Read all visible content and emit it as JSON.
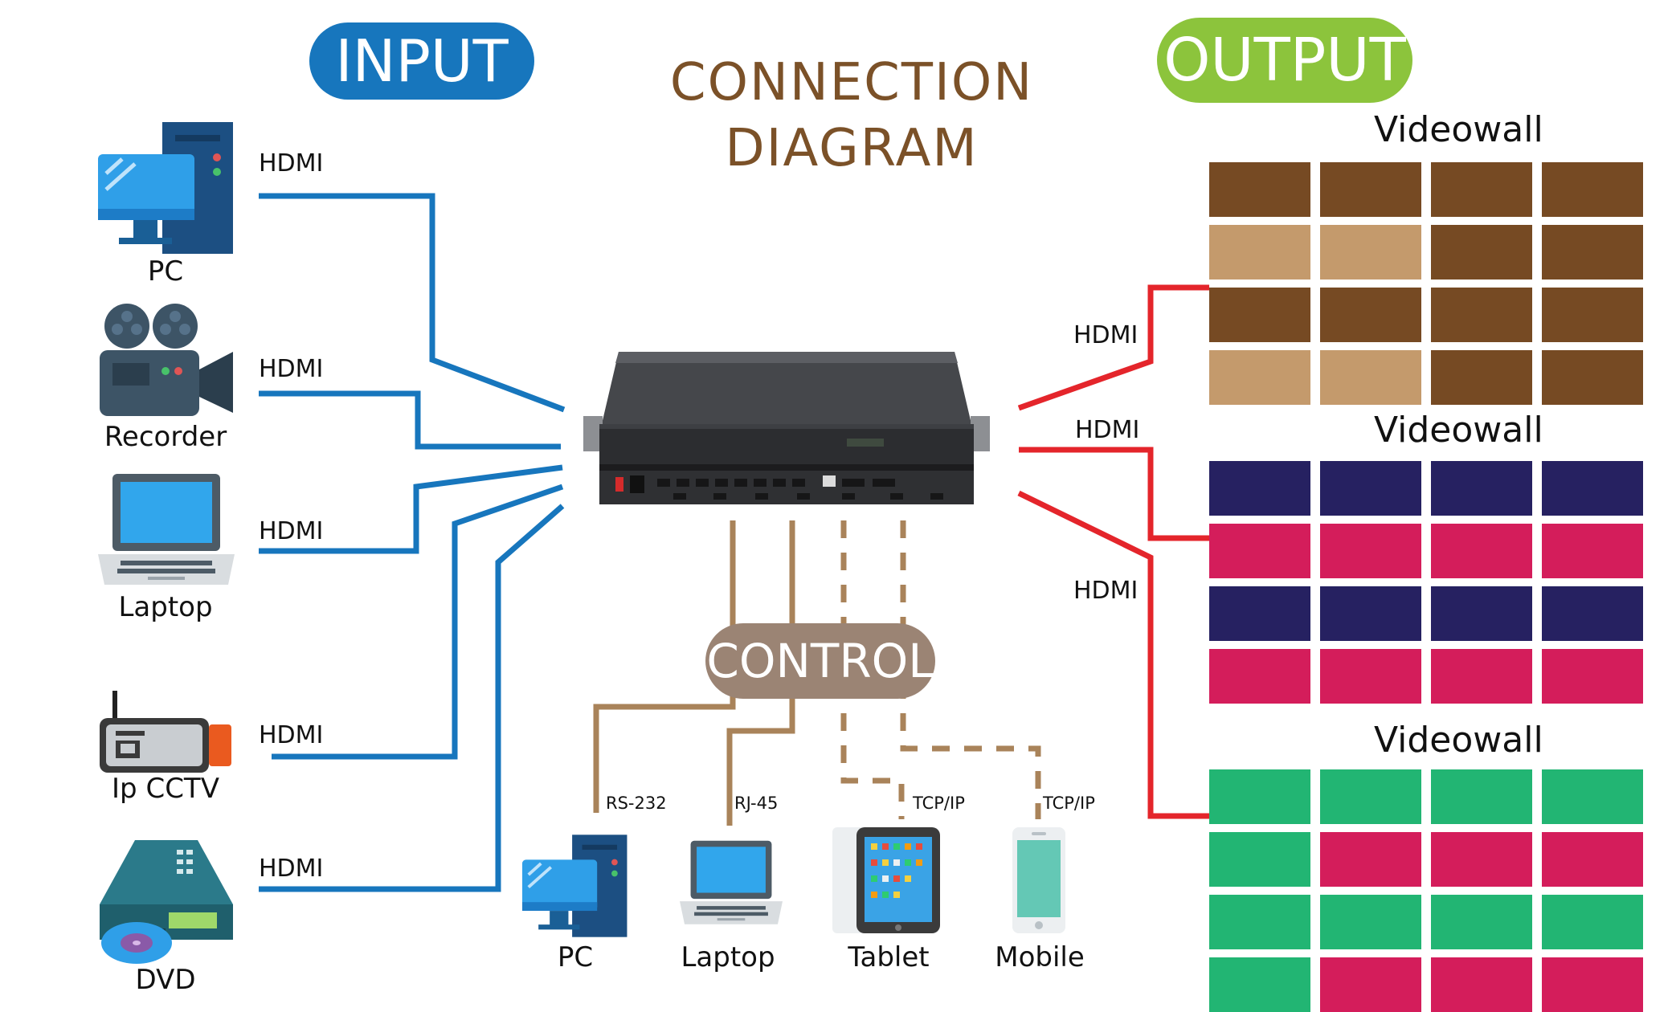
{
  "title": {
    "line1": "CONNECTION",
    "line2": "DIAGRAM"
  },
  "input_label": "INPUT",
  "output_label": "OUTPUT",
  "control_label": "CONTROL",
  "connection_label": "HDMI",
  "inputs": [
    {
      "name": "PC",
      "icon": "desktop-pc-icon"
    },
    {
      "name": "Recorder",
      "icon": "video-recorder-icon"
    },
    {
      "name": "Laptop",
      "icon": "laptop-icon"
    },
    {
      "name": "Ip CCTV",
      "icon": "ip-cctv-camera-icon"
    },
    {
      "name": "DVD",
      "icon": "dvd-player-icon"
    }
  ],
  "videowall_label": "Videowall",
  "videowalls": [
    {
      "rows": [
        [
          "brown",
          "brown",
          "brown",
          "brown"
        ],
        [
          "tan",
          "tan",
          "brown",
          "brown"
        ],
        [
          "brown",
          "brown",
          "brown",
          "brown"
        ],
        [
          "tan",
          "tan",
          "brown",
          "brown"
        ]
      ]
    },
    {
      "rows": [
        [
          "navy",
          "navy",
          "navy",
          "navy"
        ],
        [
          "pink",
          "pink",
          "pink",
          "pink"
        ],
        [
          "navy",
          "navy",
          "navy",
          "navy"
        ],
        [
          "pink",
          "pink",
          "pink",
          "pink"
        ]
      ]
    },
    {
      "rows": [
        [
          "green",
          "green",
          "green",
          "green"
        ],
        [
          "green",
          "pink",
          "pink",
          "pink"
        ],
        [
          "green",
          "green",
          "green",
          "green"
        ],
        [
          "green",
          "pink",
          "pink",
          "pink"
        ]
      ]
    }
  ],
  "control_devices": [
    {
      "name": "PC",
      "protocol": "RS-232",
      "icon": "desktop-pc-icon"
    },
    {
      "name": "Laptop",
      "protocol": "RJ-45",
      "icon": "laptop-icon"
    },
    {
      "name": "Tablet",
      "protocol": "TCP/IP",
      "icon": "tablet-icon"
    },
    {
      "name": "Mobile",
      "protocol": "TCP/IP",
      "icon": "mobile-phone-icon"
    }
  ],
  "colors": {
    "input_line": "#1776bd",
    "output_line": "#e4252b",
    "control_line": "#a9835a",
    "input_pill": "#1776bd",
    "output_pill": "#8cc43c",
    "control_pill": "#9b8474",
    "title": "#7b5128",
    "brown": "#764a23",
    "tan": "#c49a6c",
    "navy": "#262161",
    "pink": "#d41d5b",
    "green": "#22b573"
  }
}
